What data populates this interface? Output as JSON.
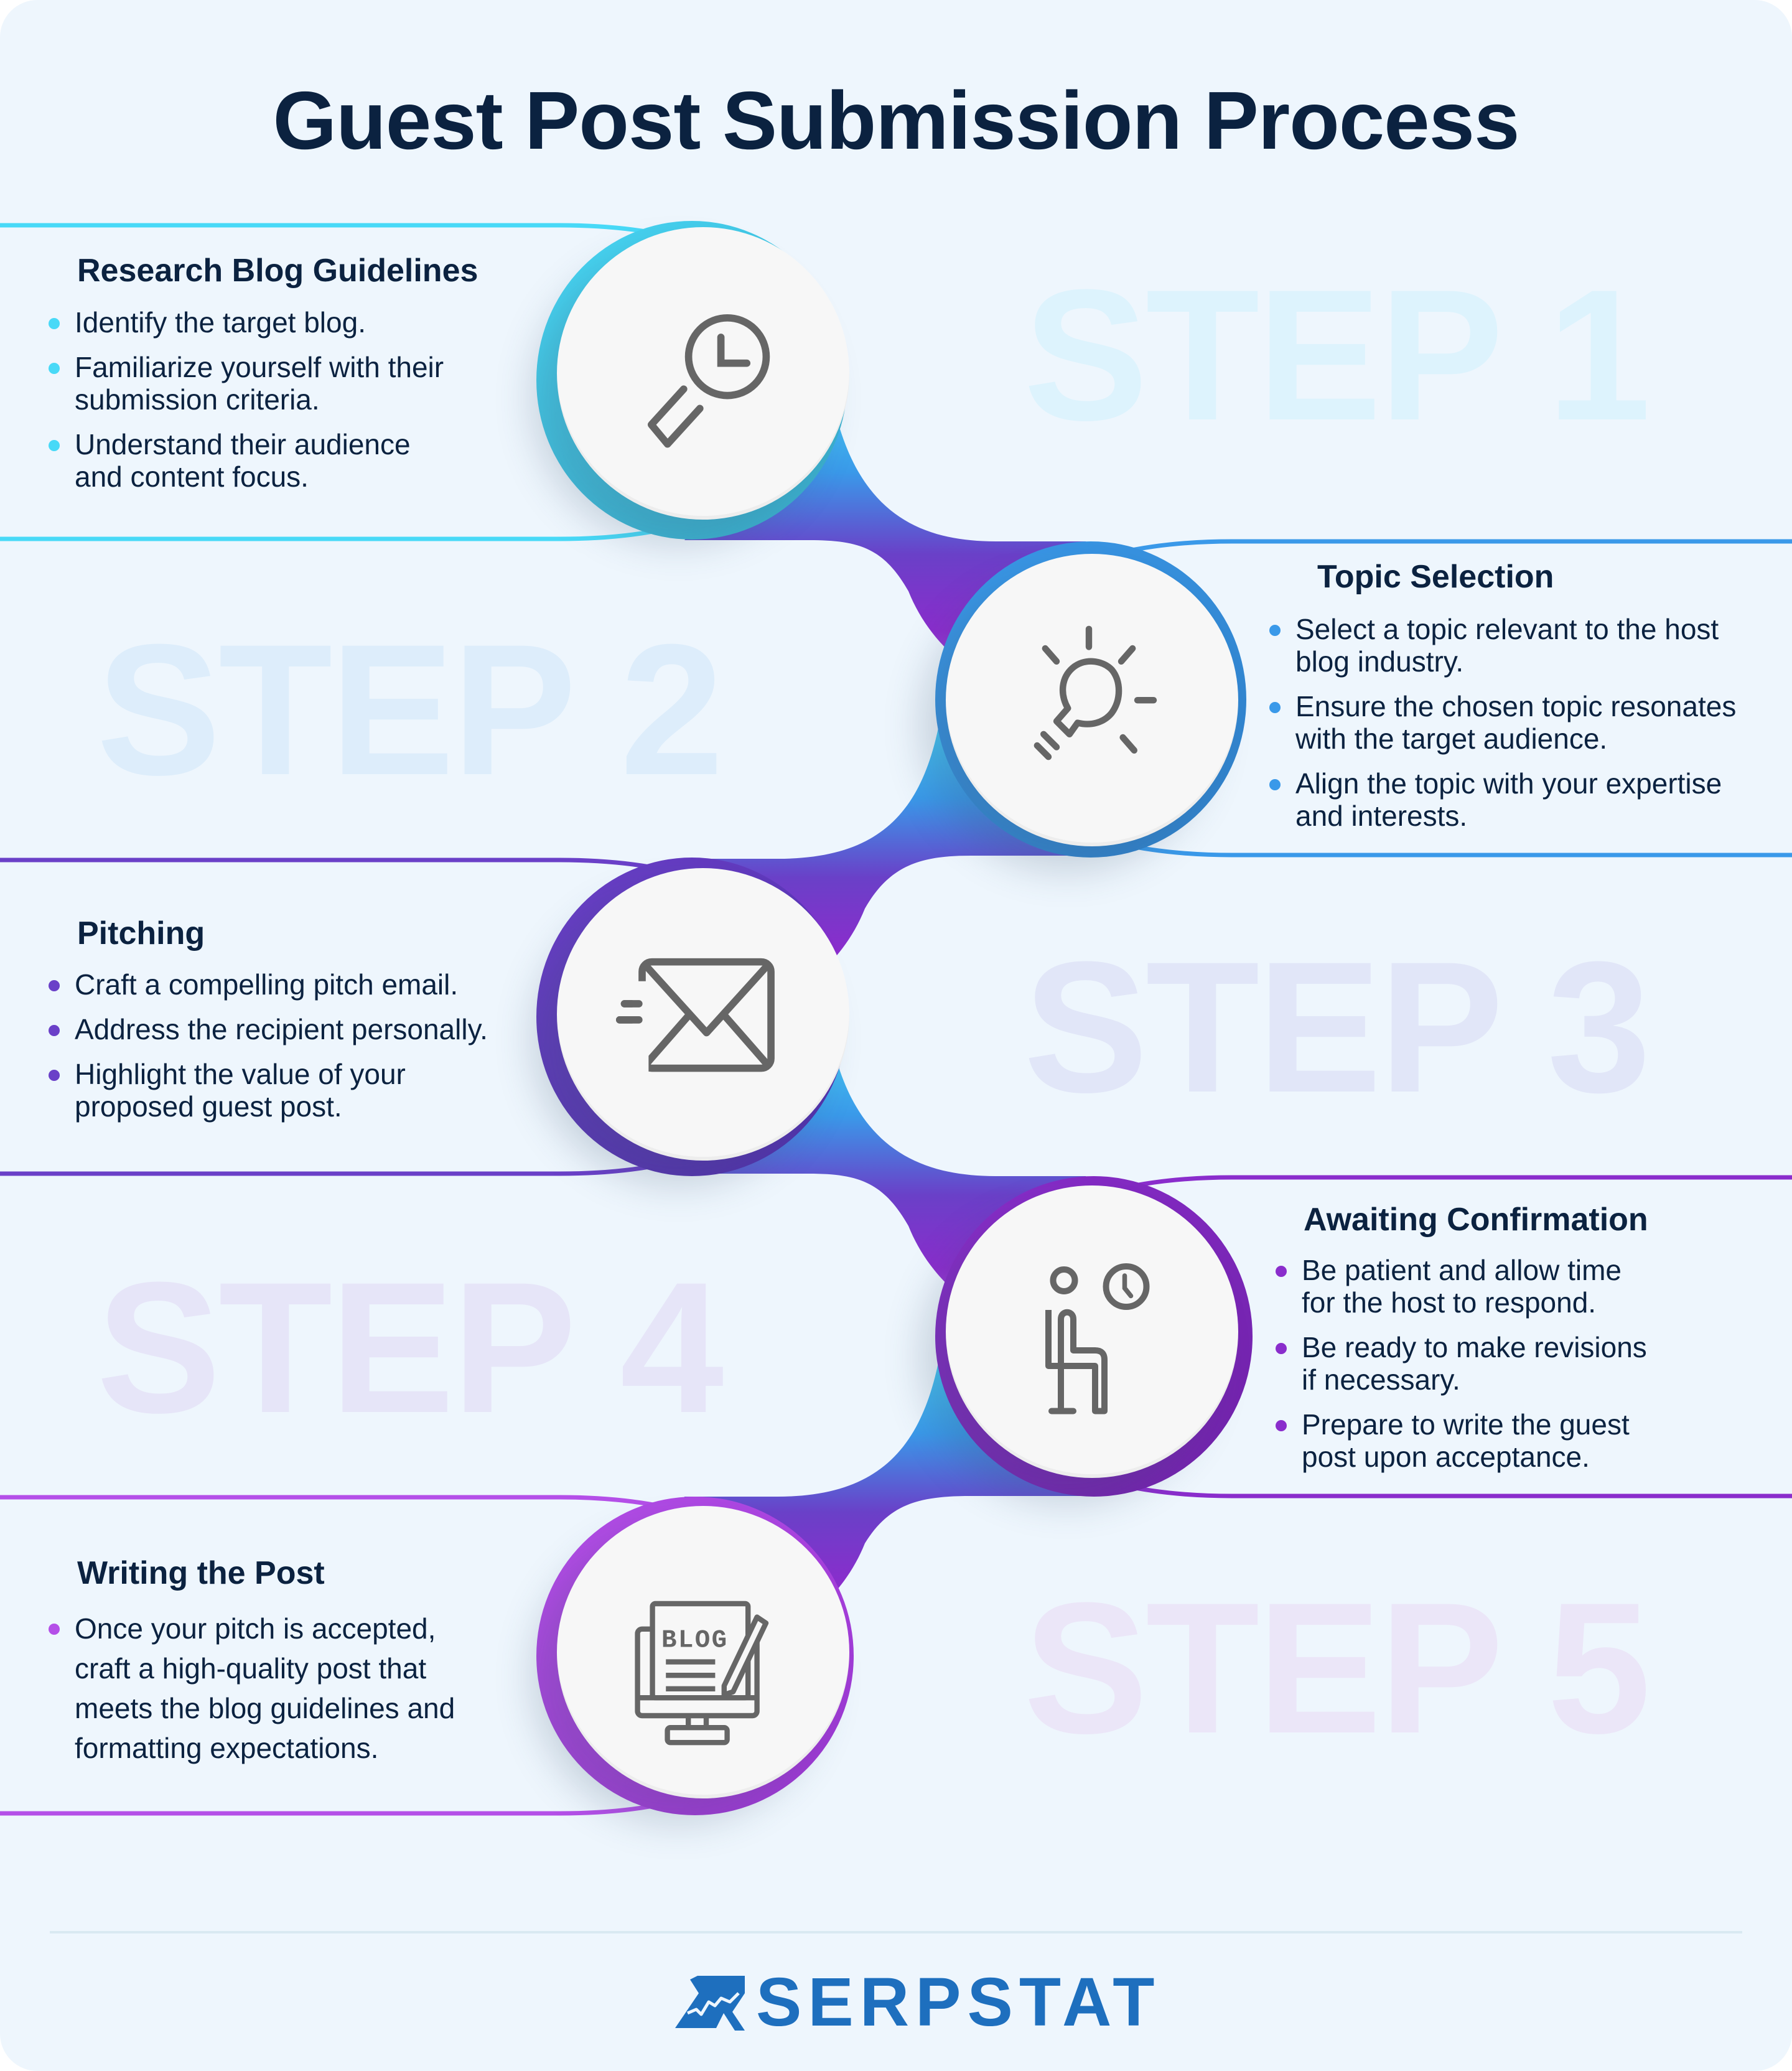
{
  "title": "Guest Post Submission Process",
  "colors": {
    "step1": "#48d9f7",
    "step2": "#3a99e9",
    "step3": "#6a40c8",
    "step4": "#8a2dcc",
    "step5": "#b44fe8",
    "text": "#0b2240",
    "brand": "#1e6fbe"
  },
  "steps": [
    {
      "label": "STEP 1",
      "heading": "Research Blog Guidelines",
      "icon": "magnifier-clock-icon",
      "bullets": [
        "Identify the target blog.",
        "Familiarize yourself with their submission criteria.",
        "Understand their audience and content focus."
      ]
    },
    {
      "label": "STEP 2",
      "heading": "Topic Selection",
      "icon": "lightbulb-icon",
      "bullets": [
        "Select a topic relevant to the host blog industry.",
        "Ensure the chosen topic resonates with the target audience.",
        "Align the topic with your expertise and interests."
      ]
    },
    {
      "label": "STEP 3",
      "heading": "Pitching",
      "icon": "envelope-send-icon",
      "bullets": [
        "Craft a compelling pitch email.",
        "Address the recipient personally.",
        "Highlight the value of your proposed guest post."
      ]
    },
    {
      "label": "STEP 4",
      "heading": "Awaiting Confirmation",
      "icon": "person-waiting-clock-icon",
      "bullets": [
        "Be patient and allow time for the host to respond.",
        "Be ready to make revisions if necessary.",
        "Prepare to write the guest post upon acceptance."
      ]
    },
    {
      "label": "STEP 5",
      "heading": "Writing the Post",
      "icon": "blog-monitor-pencil-icon",
      "icon_text": "BLOG",
      "bullets": [
        "Once your pitch is accepted, craft a high-quality post that meets the blog guidelines and formatting expectations."
      ]
    }
  ],
  "footer": {
    "brand": "SERPSTAT",
    "logo_icon": "serpstat-logo-icon"
  }
}
